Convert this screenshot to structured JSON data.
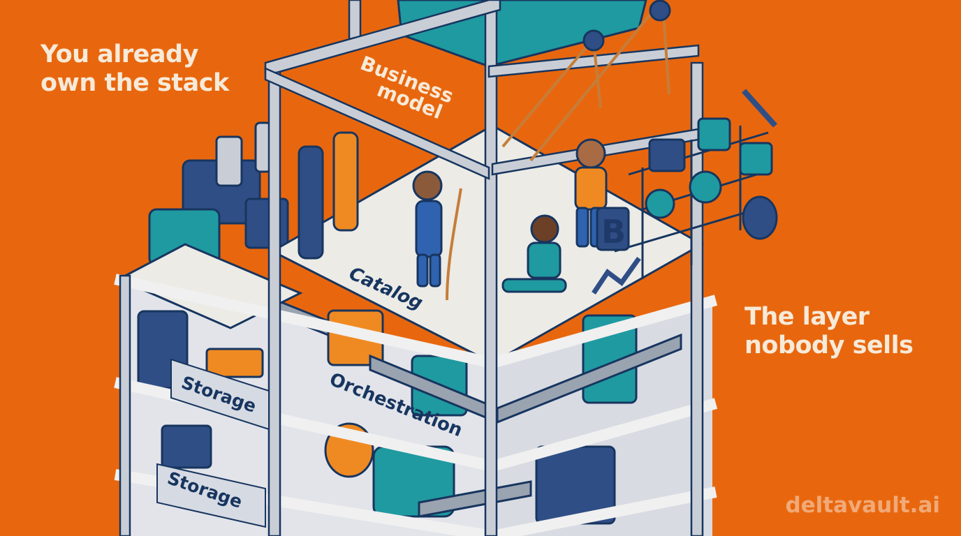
{
  "headline_left": {
    "line1": "You already",
    "line2": "own the stack"
  },
  "headline_right": {
    "line1": "The layer",
    "line2": "nobody sells"
  },
  "tower_labels": {
    "business_model_line1": "Business",
    "business_model_line2": "model",
    "catalog": "Catalog",
    "orchestration": "Orchestration",
    "storage_upper": "Storage",
    "storage_lower": "Storage"
  },
  "icon_letter_b": "B",
  "watermark": "deltavault.ai",
  "colors": {
    "background": "#e8670e",
    "headline_text": "#f7ead9",
    "frame_steel": "#c9ced6",
    "floor": "#ecebe6",
    "navy": "#2f4e86",
    "teal": "#1f9aa0",
    "orange_part": "#ef8a22"
  }
}
